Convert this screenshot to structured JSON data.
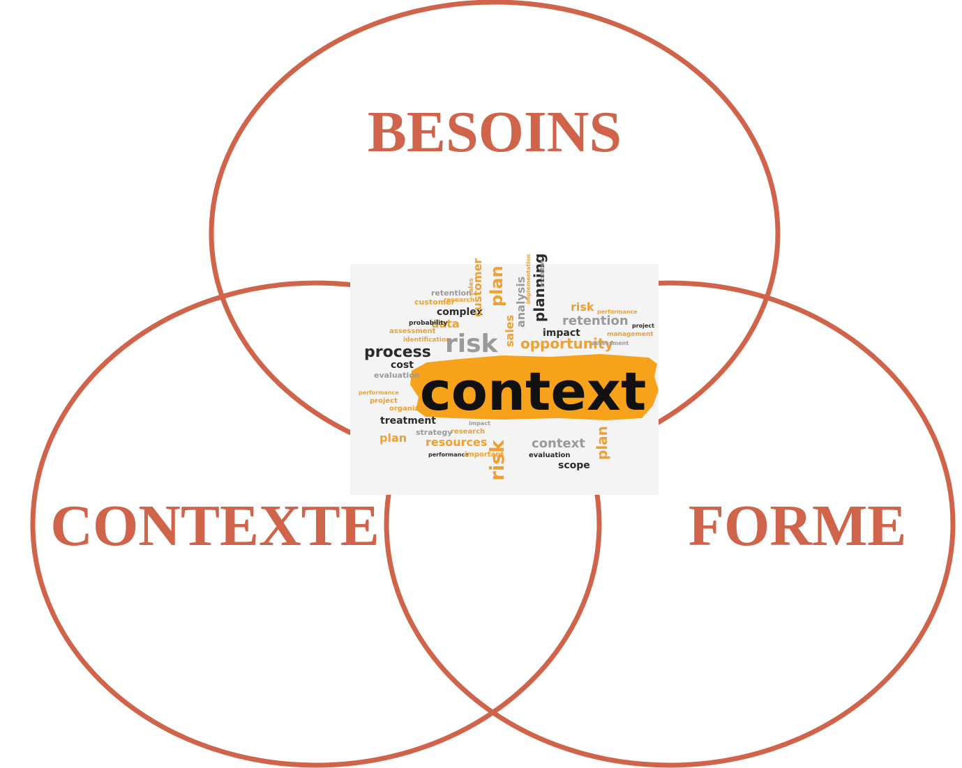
{
  "colors": {
    "circle_stroke": "#d0644a",
    "label": "#d0644a",
    "cloud_orange": "#f0a030",
    "cloud_dark": "#2b2b2b",
    "cloud_gray": "#9a9a9a",
    "cloud_bg": "#f4f4f4",
    "brush": "#f7a21b"
  },
  "labels": {
    "top": "BESOINS",
    "left": "CONTEXTE",
    "right": "FORME"
  },
  "word_cloud": {
    "main_word": "context",
    "words": [
      "retention",
      "customer",
      "research",
      "sales",
      "complex",
      "customer",
      "plan",
      "analysis",
      "planning",
      "risk",
      "data",
      "retention",
      "probability",
      "assessment",
      "identification",
      "impact",
      "risk",
      "sales",
      "opportunity",
      "management",
      "process",
      "cost",
      "evaluation",
      "performance",
      "project",
      "organization",
      "treatment",
      "strategy",
      "research",
      "plan",
      "resources",
      "risk",
      "context",
      "plan",
      "evaluation",
      "scope",
      "performance",
      "important",
      "impact",
      "project",
      "monitor",
      "implementation",
      "performance",
      "assessment"
    ]
  }
}
